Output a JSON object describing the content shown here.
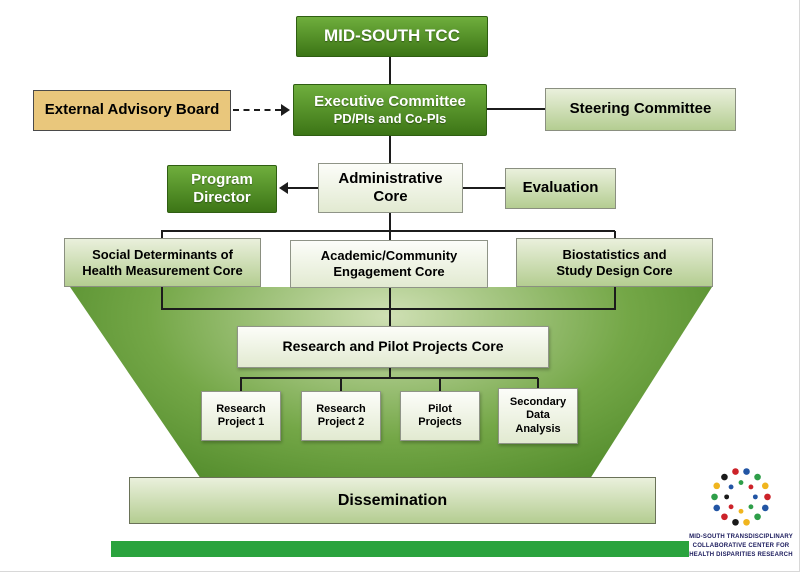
{
  "boxes": {
    "mid_south_tcc": "MID-SOUTH TCC",
    "external_advisory_board": "External Advisory Board",
    "executive_committee_title": "Executive Committee",
    "executive_committee_sub": "PD/PIs and Co-PIs",
    "steering_committee": "Steering Committee",
    "program_director": "Program Director",
    "administrative_core": "Administrative Core",
    "evaluation": "Evaluation",
    "social_determinants_core": "Social Determinants of Health Measurement Core",
    "academic_community_core": "Academic/Community Engagement Core",
    "biostatistics_core": "Biostatistics and Study Design Core",
    "research_pilot_core": "Research and Pilot Projects Core",
    "dissemination": "Dissemination"
  },
  "projects": [
    {
      "label": "Research Project 1"
    },
    {
      "label": "Research Project 2"
    },
    {
      "label": "Pilot Projects"
    },
    {
      "label": "Secondary Data Analysis"
    }
  ],
  "logo": {
    "line1": "MID-SOUTH TRANSDISCIPLINARY",
    "line2": "COLLABORATIVE CENTER FOR",
    "line3": "HEALTH DISPARITIES RESEARCH"
  },
  "colors": {
    "dark_green_1": "#6fae3d",
    "dark_green_2": "#3c7516",
    "light_green_1": "#eaf0dc",
    "light_green_2": "#b4cd91",
    "pale_1": "#fcfdf9",
    "pale_2": "#e2ead1",
    "tan": "#e9c77c",
    "line": "#1c1c1c",
    "trapezoid_light": "#cfe0b4",
    "trapezoid_mid": "#74a747",
    "trapezoid_dark": "#3f7c1c",
    "bottom_bar": "#2aa33e",
    "logo_text_color": "#1a1a5c"
  }
}
